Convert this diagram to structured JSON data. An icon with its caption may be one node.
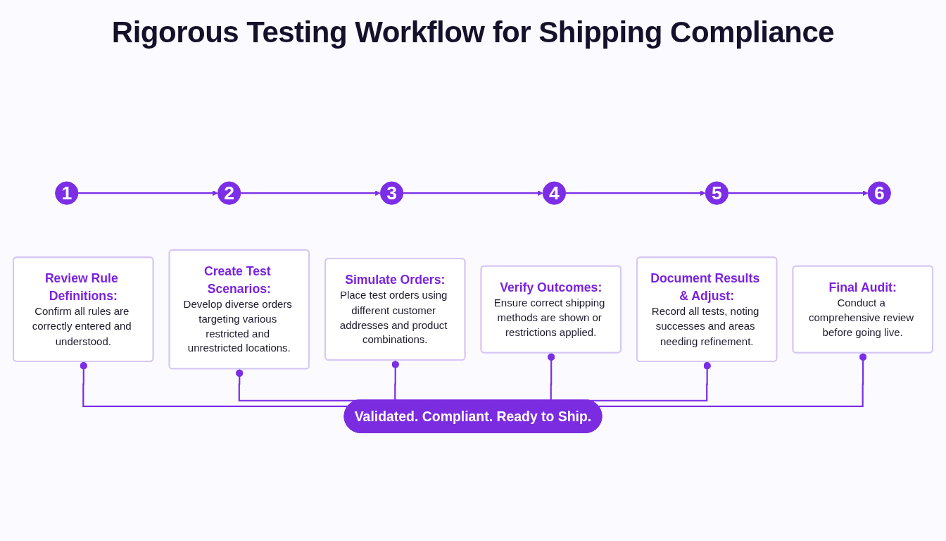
{
  "diagram": {
    "title": "Rigorous Testing Workflow for Shipping Compliance",
    "nodes": [
      {
        "text": [
          "1"
        ]
      },
      {
        "text": [
          "2"
        ]
      },
      {
        "text": [
          "3"
        ]
      },
      {
        "text": [
          "4"
        ]
      },
      {
        "text": [
          "5"
        ]
      },
      {
        "text": [
          "6"
        ]
      },
      {
        "text": [
          "Review Rule Definitions:",
          "Confirm all rules are correctly entered and understood."
        ]
      },
      {
        "text": [
          "Create Test Scenarios:",
          "Develop diverse orders targeting various restricted and unrestricted locations."
        ]
      },
      {
        "text": [
          "Simulate Orders:",
          "Place test orders using different customer addresses and product combinations."
        ]
      },
      {
        "text": [
          "Verify Outcomes:",
          "Ensure correct shipping methods are shown or restrictions applied."
        ]
      },
      {
        "text": [
          "Document Results & Adjust:",
          "Record all tests, noting successes and areas needing refinement."
        ]
      },
      {
        "text": [
          "Final Audit:",
          "Conduct a comprehensive review before going live."
        ]
      },
      {
        "text": [
          "Validated. Compliant. Ready to Ship."
        ]
      }
    ],
    "edges": [
      {
        "from": 0,
        "to": 1,
        "arrow": "to"
      },
      {
        "from": 1,
        "to": 2,
        "arrow": "to"
      },
      {
        "from": 2,
        "to": 3,
        "arrow": "to"
      },
      {
        "from": 3,
        "to": 4,
        "arrow": "to"
      },
      {
        "from": 4,
        "to": 5,
        "arrow": "to"
      },
      {
        "from": 12,
        "to": 6,
        "arrow": "other"
      },
      {
        "from": 12,
        "to": 7,
        "arrow": "other"
      },
      {
        "from": 12,
        "to": 8,
        "arrow": "other"
      },
      {
        "from": 12,
        "to": 9,
        "arrow": "other"
      },
      {
        "from": 12,
        "to": 10,
        "arrow": "other"
      },
      {
        "from": 12,
        "to": 11,
        "arrow": "other"
      }
    ]
  }
}
